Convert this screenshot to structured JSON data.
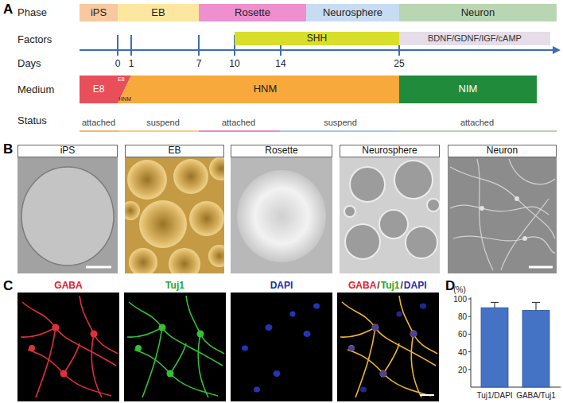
{
  "diagram": {
    "nodes": [
      {
        "text": [
          "iPS"
        ]
      },
      {
        "text": [
          "EB"
        ]
      },
      {
        "text": [
          "Rosette"
        ]
      },
      {
        "text": [
          "Neurosphere"
        ]
      },
      {
        "text": [
          "Neuron"
        ]
      },
      {
        "text": [
          "SHH"
        ]
      },
      {
        "text": [
          "BDNF/GDNF/IGF/cAMP"
        ]
      },
      {
        "text": [
          "E8"
        ]
      },
      {
        "text": [
          "E8",
          "HNM"
        ]
      },
      {
        "text": [
          "HNM"
        ]
      },
      {
        "text": [
          "NIM"
        ]
      },
      {
        "text": [
          "iPS"
        ]
      },
      {
        "text": [
          "EB"
        ]
      },
      {
        "text": [
          "Rosette"
        ]
      },
      {
        "text": [
          "Neurosphere"
        ]
      },
      {
        "text": [
          "Neuron"
        ]
      }
    ],
    "labels": [
      "A",
      "B",
      "C",
      "D",
      "Phase",
      "Factors",
      "Days",
      "Medium",
      "Status",
      "0",
      "1",
      "7",
      "10",
      "14",
      "25",
      "attached",
      "suspend",
      "attached",
      "suspend",
      "attached",
      "GABA",
      "Tuj1",
      "DAPI",
      "GABA",
      "/",
      "Tuj1",
      "/",
      "DAPI",
      "(%)",
      "100",
      "80",
      "60",
      "40",
      "20",
      "Tuj1/DAPI",
      "GABA/Tuj1"
    ]
  }
}
